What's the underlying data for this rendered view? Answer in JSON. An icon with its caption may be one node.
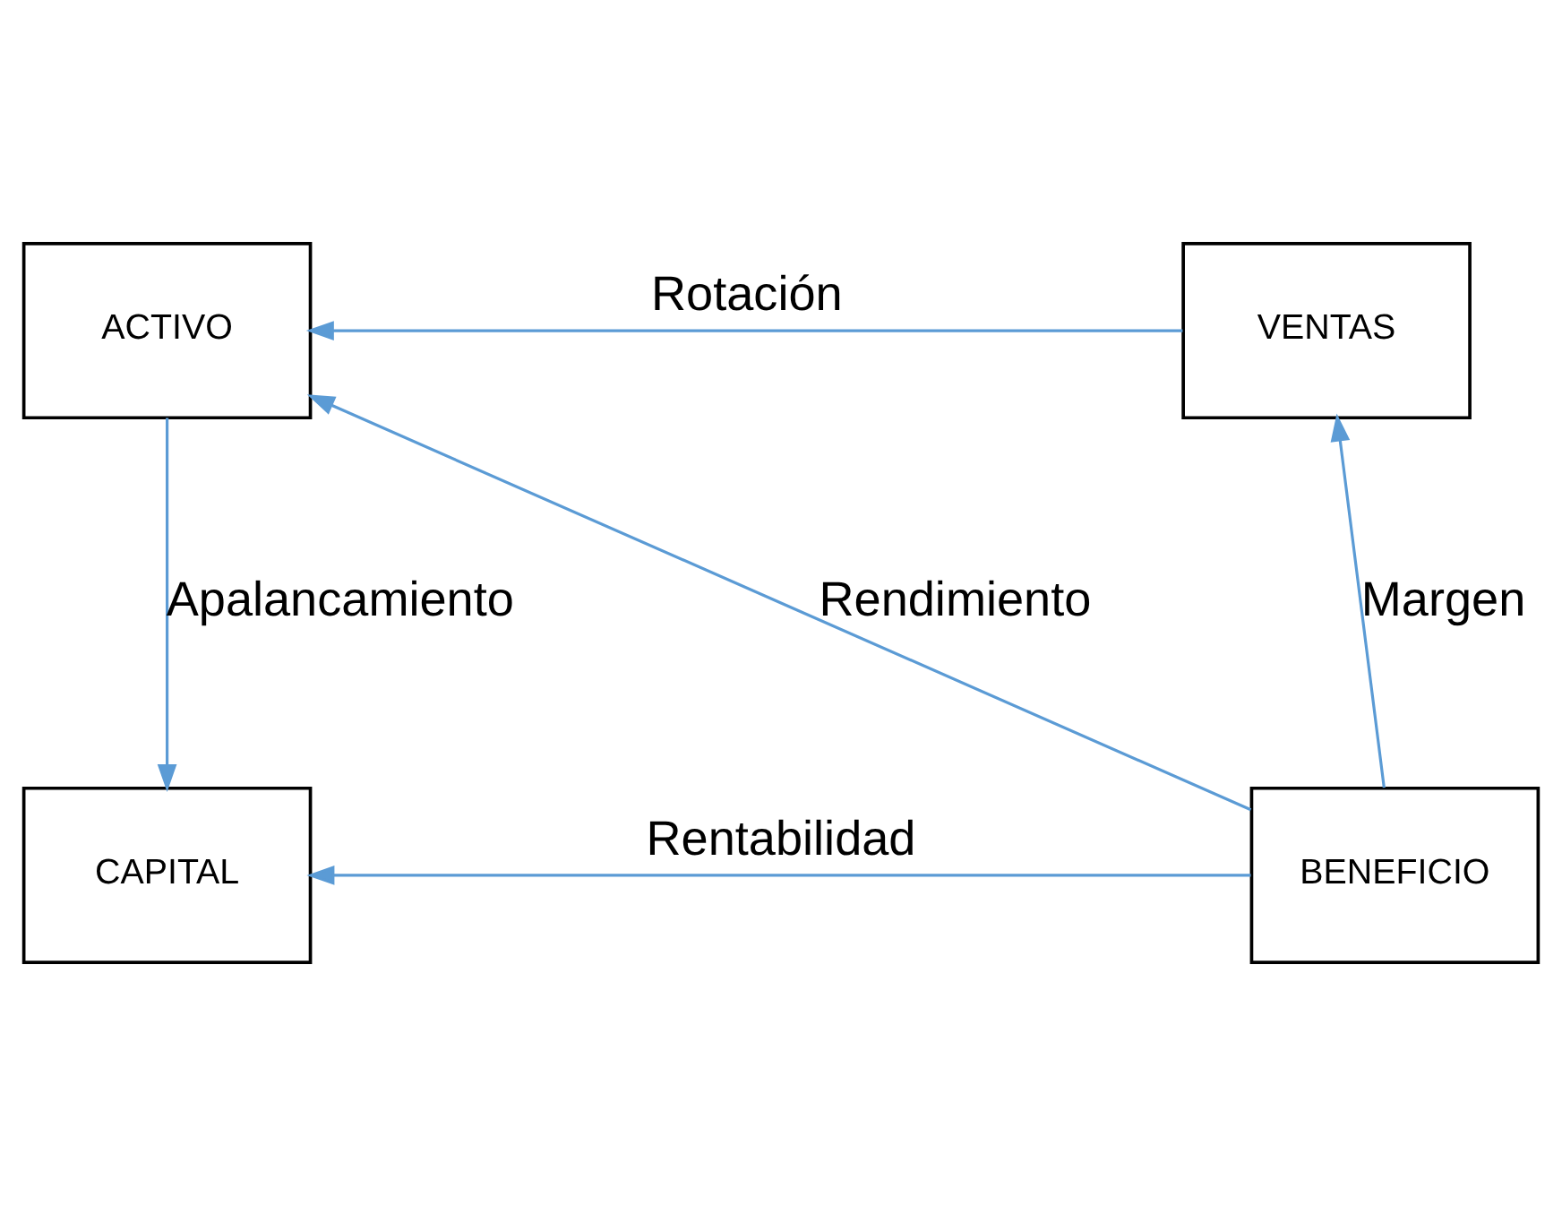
{
  "diagram": {
    "nodes": [
      {
        "text": [
          "ACTIVO"
        ]
      },
      {
        "text": [
          "VENTAS"
        ]
      },
      {
        "text": [
          "CAPITAL"
        ]
      },
      {
        "text": [
          "BENEFICIO"
        ]
      }
    ],
    "edges": [
      {
        "from": 1,
        "to": 0,
        "arrow": "to",
        "label": "Rotación"
      },
      {
        "from": 0,
        "to": 2,
        "arrow": "to",
        "label": "Apalancamiento"
      },
      {
        "from": 3,
        "to": 0,
        "arrow": "to",
        "label": "Rendimiento"
      },
      {
        "from": 3,
        "to": 1,
        "arrow": "to",
        "label": "Margen"
      },
      {
        "from": 3,
        "to": 2,
        "arrow": "to",
        "label": "Rentabilidad"
      }
    ]
  }
}
